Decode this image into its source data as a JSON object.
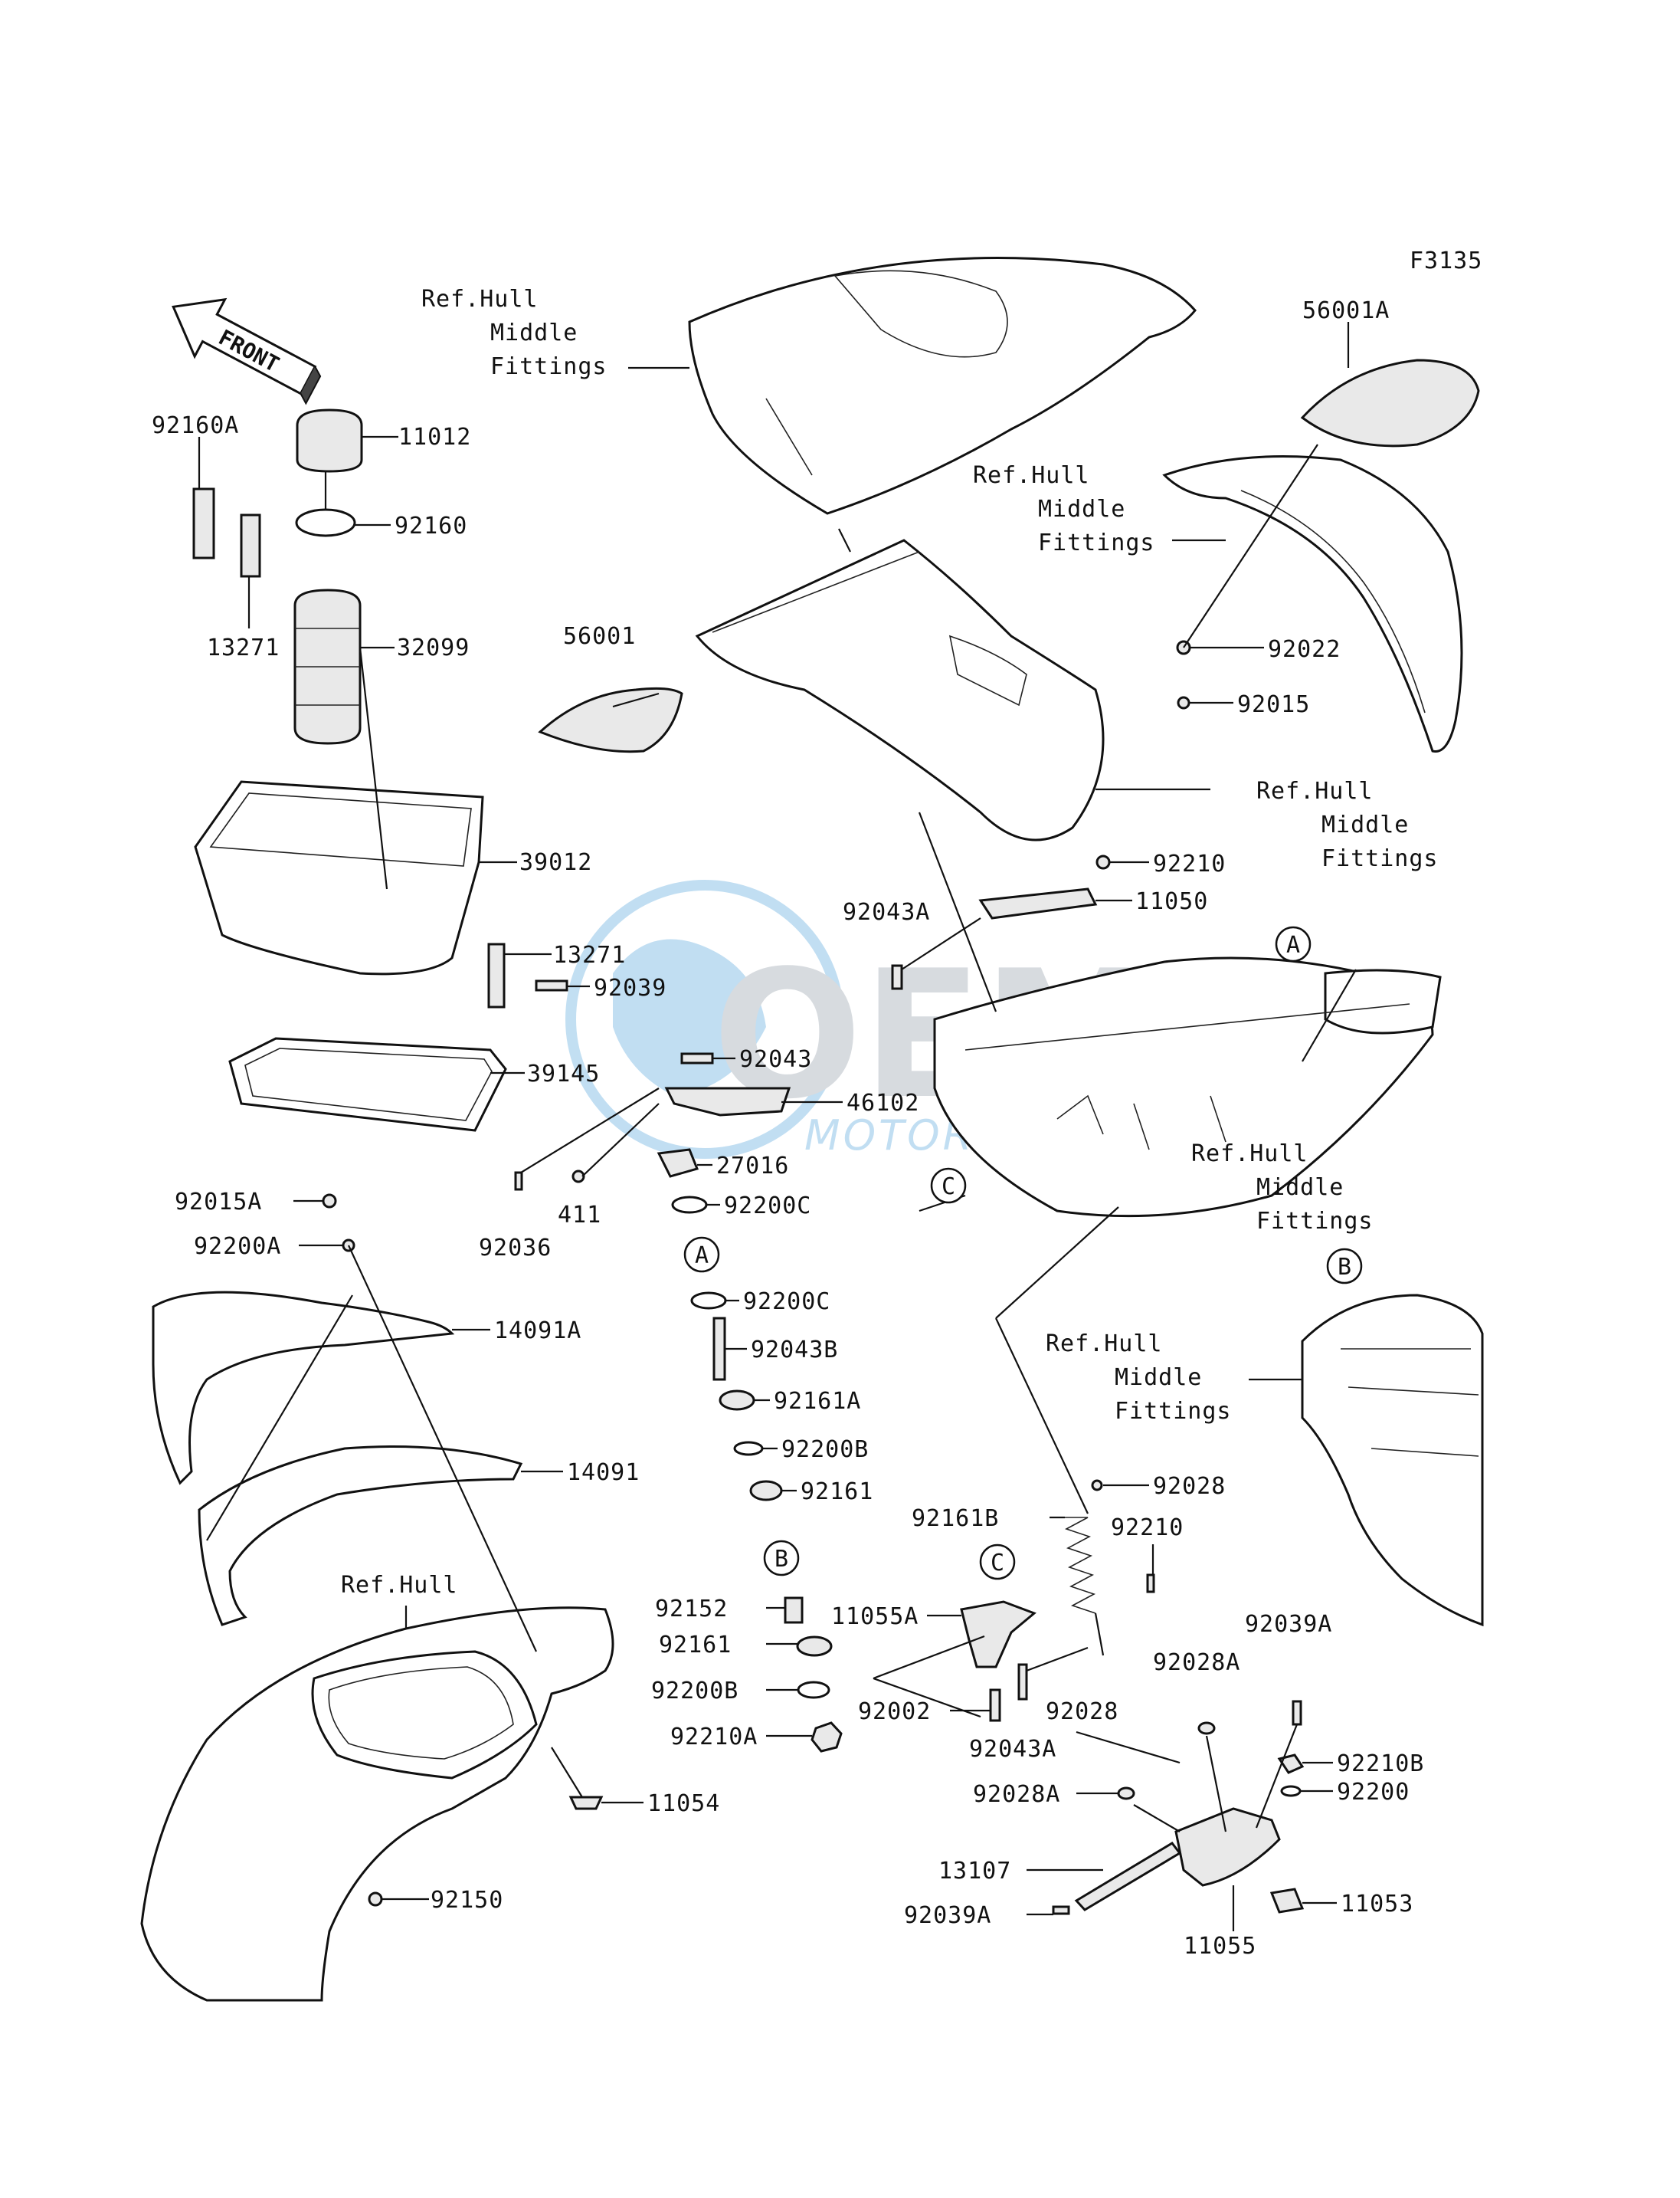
{
  "figure_code": "F3135",
  "front_label": "FRONT",
  "watermark": {
    "brand": "OEM",
    "sub": "MOTORPARTS",
    "color": "#8fc4e8"
  },
  "callouts": [
    "A",
    "B",
    "C"
  ],
  "labels": {
    "p56001A": "56001A",
    "p92160A": "92160A",
    "p11012": "11012",
    "p92160": "92160",
    "p13271": "13271",
    "p32099": "32099",
    "p56001": "56001",
    "p92022": "92022",
    "p92015": "92015",
    "p39012": "39012",
    "p92210": "92210",
    "p92043A": "92043A",
    "p11050": "11050",
    "p13271b": "13271",
    "p92039": "92039",
    "p92043": "92043",
    "p39145": "39145",
    "p46102": "46102",
    "p27016": "27016",
    "p411": "411",
    "p92036": "92036",
    "p92015A": "92015A",
    "p92200C": "92200C",
    "p92200A": "92200A",
    "p92200Cb": "92200C",
    "p14091A": "14091A",
    "p92043B": "92043B",
    "p92161A": "92161A",
    "p92200B": "92200B",
    "p14091": "14091",
    "p92161": "92161",
    "p92028": "92028",
    "p92161B": "92161B",
    "p92210b": "92210",
    "p92152": "92152",
    "p11055A": "11055A",
    "p92161b": "92161",
    "p92039A": "92039A",
    "p92028A": "92028A",
    "p92200Bb": "92200B",
    "p92002": "92002",
    "p92028b": "92028",
    "p92210A": "92210A",
    "p92043Ab": "92043A",
    "p92210B": "92210B",
    "p92028Ab": "92028A",
    "p92200": "92200",
    "p11054": "11054",
    "p13107": "13107",
    "p92150": "92150",
    "p92039Ab": "92039A",
    "p11053": "11053",
    "p11055": "11055"
  },
  "refs": {
    "r1": [
      "Ref.Hull",
      "Middle",
      "Fittings"
    ],
    "r2": [
      "Ref.Hull",
      "Middle",
      "Fittings"
    ],
    "r3": [
      "Ref.Hull",
      "Middle",
      "Fittings"
    ],
    "r4": [
      "Ref.Hull",
      "Middle",
      "Fittings"
    ],
    "r5": [
      "Ref.Hull",
      "Middle",
      "Fittings"
    ],
    "r6": "Ref.Hull"
  }
}
